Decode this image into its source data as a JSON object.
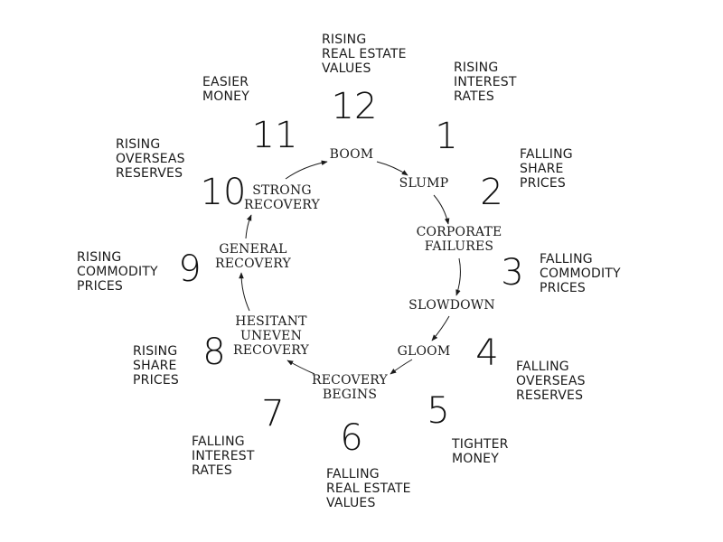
{
  "cycle": {
    "stages": [
      {
        "number": "1",
        "label": "SLUMP",
        "outside": "RISING\nINTEREST\nRATES"
      },
      {
        "number": "2",
        "label": "CORPORATE\nFAILURES",
        "outside": "FALLING\nSHARE\nPRICES"
      },
      {
        "number": "3",
        "label": "SLOWDOWN",
        "outside": "FALLING\nCOMMODITY\nPRICES"
      },
      {
        "number": "4",
        "label": "GLOOM",
        "outside": "FALLING\nOVERSEAS\nRESERVES"
      },
      {
        "number": "5",
        "label": "RECOVERY\nBEGINS",
        "outside": "TIGHTER\nMONEY"
      },
      {
        "number": "6",
        "label": "HESITANT\nUNEVEN\nRECOVERY",
        "outside": "FALLING\nREAL ESTATE\nVALUES"
      },
      {
        "number": "7",
        "label": "GENERAL\nRECOVERY",
        "outside": "FALLING\nINTEREST\nRATES"
      },
      {
        "number": "8",
        "label": "STRONG\nRECOVERY",
        "outside": "RISING\nSHARE\nPRICES"
      },
      {
        "number": "9",
        "label": "BOOM",
        "outside": "RISING\nCOMMODITY\nPRICES"
      },
      {
        "number": "10",
        "label": "",
        "outside": "RISING\nOVERSEAS\nRESERVES"
      },
      {
        "number": "11",
        "label": "",
        "outside": "EASIER\nMONEY"
      },
      {
        "number": "12",
        "label": "",
        "outside": "RISING\nREAL ESTATE\nVALUES"
      }
    ]
  }
}
